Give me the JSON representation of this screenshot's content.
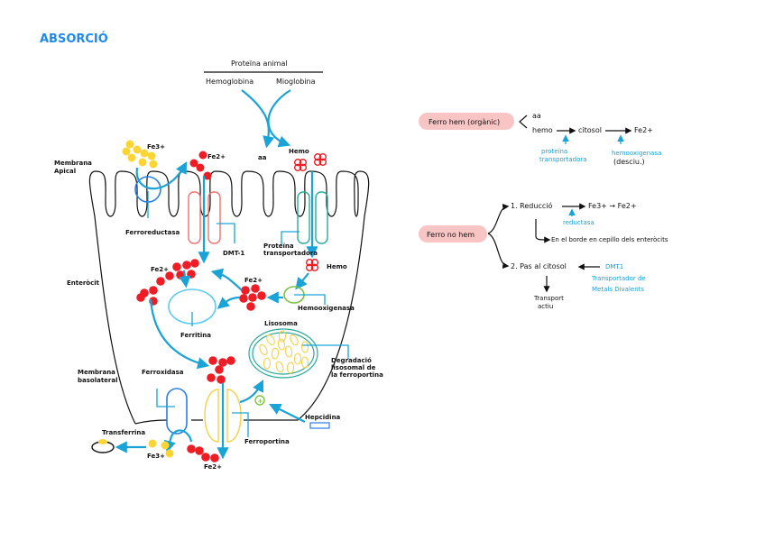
{
  "title": "ABSORCIÓ",
  "colors": {
    "title": "#1e8af0",
    "fe2": "#ee1c25",
    "fe3": "#fcd535",
    "arrow": "#1aa3d6",
    "pill": "#f9c4c4"
  },
  "diagram": {
    "protein_animal": "Proteïna animal",
    "hemoglobina": "Hemoglobina",
    "mioglobina": "Mioglobina",
    "aa": "aa",
    "hemo_top": "Hemo",
    "fe3_top": "Fe3+",
    "fe2_top": "Fe2+",
    "membrana_apical": [
      "Membrana",
      "Apical"
    ],
    "ferroreductasa": "Ferroreductasa",
    "dmt1": "DMT-1",
    "proteina_transportadora": [
      "Proteïna",
      "transportadora"
    ],
    "hemo_mid": "Hemo",
    "enterocit": "Enteròcit",
    "fe2_left": "Fe2+",
    "fe2_right": "Fe2+",
    "hemooxigenasa": "Hemooxigenasa",
    "ferritina": "Ferritina",
    "lisosoma": "Lisosoma",
    "degradacio": [
      "Degradació",
      "lisosomal de",
      "la ferroportina"
    ],
    "membrana_basolateral": [
      "Membrana",
      "basolateral"
    ],
    "ferroxidasa": "Ferroxidasa",
    "hepcidina": "Hepcidina",
    "ferroportina": "Ferroportina",
    "transferrina": "Transferrina",
    "fe3_bottom": "Fe3+",
    "fe2_bottom": "Fe2+"
  },
  "notes": {
    "hem": {
      "label": "Ferro hem (orgànic)",
      "aa": "aa",
      "hemo": "hemo",
      "citosol": "citosol",
      "fe2": "Fe2+",
      "transporter": [
        "proteïna",
        "transportadora"
      ],
      "enzyme": "hemooxigenasa",
      "enzyme_note": "(desciu.)"
    },
    "no_hem": {
      "label": "Ferro no hem",
      "step1": "1.  Reducció",
      "step1_result": "Fe3+ → Fe2+",
      "reductasa": "reductasa",
      "location": "En el borde en cepillo dels enteròcits",
      "step2": "2.  Pas al citosol",
      "dmt1": "DMT1",
      "dmt1_desc": [
        "Transportador de",
        "Metals Divalents"
      ],
      "transport": [
        "Transport",
        "actiu"
      ]
    }
  }
}
